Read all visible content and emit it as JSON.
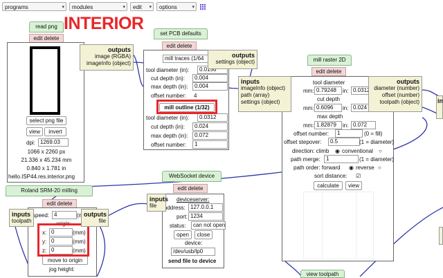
{
  "toolbar": {
    "programs": "programs",
    "modules": "modules",
    "edit": "edit",
    "options": "options"
  },
  "page_title": "INTERIOR",
  "common": {
    "edit_delete": "edit delete",
    "outputs": "outputs",
    "inputs": "inputs"
  },
  "read_png": {
    "title": "read png",
    "select_button": "select png file",
    "view_button": "view",
    "invert_button": "invert",
    "dpi_label": "dpi:",
    "dpi_value": "1269.03",
    "size_px": "1066 x 2260 px",
    "size_mm": "21.336 x 45.234 mm",
    "size_in": "0.840 x 1.781 in",
    "filename": "hello.ISP44.res.interior.png",
    "outputs": [
      "image (RGBA)",
      "imageInfo (object)"
    ]
  },
  "pcb_defaults": {
    "title": "set PCB defaults",
    "select_value": "mill traces (1/64",
    "outputs": [
      "settings (object)"
    ],
    "rows1": [
      {
        "label": "tool diameter (in):",
        "value": "0.0156"
      },
      {
        "label": "cut depth (in):",
        "value": "0.004"
      },
      {
        "label": "max depth (in):",
        "value": "0.004"
      },
      {
        "label": "offset number:",
        "value": "4"
      }
    ],
    "mill_outline_button": "mill outline (1/32)",
    "rows2": [
      {
        "label": "tool diameter (in):",
        "value": "0.0312"
      },
      {
        "label": "cut depth (in):",
        "value": "0.024"
      },
      {
        "label": "max depth (in):",
        "value": "0.072"
      },
      {
        "label": "offset number:",
        "value": "1"
      }
    ]
  },
  "mill_raster": {
    "title": "mill raster 2D",
    "inputs": [
      "imageInfo (object)",
      "path (array)",
      "settings (object)"
    ],
    "outputs": [
      "diameter (number)",
      "offset (number)",
      "toolpath (object)"
    ],
    "tool_diameter_label": "tool diameter",
    "tool_mm": "0.79248",
    "tool_in": "0.0312",
    "cut_depth_label": "cut depth",
    "cut_mm": "0.6096",
    "cut_in": "0.024",
    "max_depth_label": "max depth",
    "max_mm": "1.82879",
    "max_in": "0.072",
    "mm_label": "mm:",
    "in_label": "in:",
    "offset_number_label": "offset number:",
    "offset_number_value": "1",
    "offset_number_note": "(0 = fill)",
    "offset_stepover_label": "offset stepover:",
    "offset_stepover_value": "0.5",
    "offset_stepover_note": "(1 = diameter)",
    "direction_label": "direction: climb",
    "direction_alt": "conventional",
    "path_merge_label": "path merge:",
    "path_merge_value": "1",
    "path_merge_note": "(1 = diameter)",
    "path_order_label": "path order: forward",
    "path_order_alt": "reverse",
    "sort_distance_label": "sort distance:",
    "calculate_button": "calculate",
    "view_button": "view"
  },
  "websocket": {
    "title": "WebSocket device",
    "inputs": [
      "file"
    ],
    "server_label": "deviceserver:",
    "address_label": "address:",
    "address_value": "127.0.0.1",
    "port_label": "port:",
    "port_value": "1234",
    "status_label": "status:",
    "status_value": "can not open",
    "open_button": "open",
    "close_button": "close",
    "device_label": "device:",
    "device_value": "/dev/usb/lp0",
    "send_button": "send file to device"
  },
  "roland": {
    "title": "Roland SRM-20 milling",
    "inputs": [
      "toolpath"
    ],
    "outputs": [
      "file"
    ],
    "speed_label": "speed:",
    "speed_value": "4",
    "speed_unit": "(mm/s)",
    "origin_label": "origin:",
    "x_label": "x:",
    "x_value": "0",
    "y_label": "y:",
    "y_value": "0",
    "z_label": "z:",
    "z_value": "0",
    "unit": "(mm)",
    "move_button": "move to origin",
    "jog_label": "jog height:"
  },
  "view_toolpath": {
    "title": "view toolpath"
  },
  "right_io": {
    "label": "in"
  },
  "colors": {
    "wire": "#2b36a6",
    "highlight": "#e8262a",
    "tab": "#d9f2d5",
    "edit": "#f2d7d7",
    "io": "#f3f2d5"
  }
}
